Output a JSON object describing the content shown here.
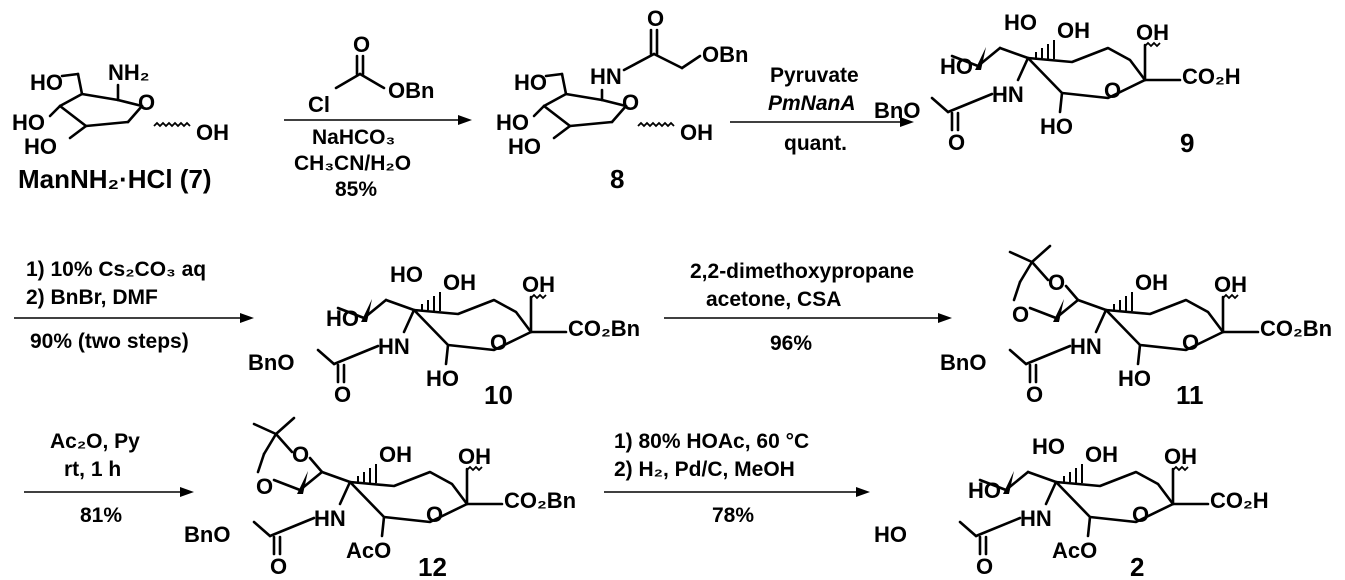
{
  "compounds": {
    "c7": {
      "label": "ManNH₂·HCl (7)",
      "atoms": {
        "ho_top": "HO",
        "nh2": "NH₂",
        "ring_o": "O",
        "ho_left": "HO",
        "ho_bottom": "HO",
        "oh_anomeric": "OH"
      }
    },
    "c8": {
      "label": "8",
      "atoms": {
        "carbonyl_o": "O",
        "obn": "OBn",
        "hn": "HN",
        "ho_top": "HO",
        "ring_o": "O",
        "ho_left": "HO",
        "ho_bottom": "HO",
        "oh_anomeric": "OH"
      }
    },
    "c9": {
      "label": "9",
      "atoms": {
        "ho_a": "HO",
        "oh_b": "OH",
        "ho_c": "HO",
        "oh_d": "OH",
        "ring_o": "O",
        "co2h": "CO₂H",
        "hn": "HN",
        "ho_ring": "HO",
        "bno": "BnO",
        "carbonyl_o": "O"
      }
    },
    "c10": {
      "label": "10",
      "atoms": {
        "ho_a": "HO",
        "oh_b": "OH",
        "ho_c": "HO",
        "oh_d": "OH",
        "ring_o": "O",
        "co2bn": "CO₂Bn",
        "hn": "HN",
        "ho_ring": "HO",
        "bno": "BnO",
        "carbonyl_o": "O"
      }
    },
    "c11": {
      "label": "11",
      "atoms": {
        "o_acetal_top": "O",
        "o_acetal_left": "O",
        "oh_b": "OH",
        "oh_d": "OH",
        "ring_o": "O",
        "co2bn": "CO₂Bn",
        "hn": "HN",
        "ho_ring": "HO",
        "bno": "BnO",
        "carbonyl_o": "O"
      }
    },
    "c12": {
      "label": "12",
      "atoms": {
        "o_acetal_top": "O",
        "o_acetal_left": "O",
        "oh_b": "OH",
        "oh_d": "OH",
        "ring_o": "O",
        "co2bn": "CO₂Bn",
        "hn": "HN",
        "aco": "AcO",
        "bno": "BnO",
        "carbonyl_o": "O"
      }
    },
    "c2": {
      "label": "2",
      "atoms": {
        "ho_a": "HO",
        "oh_b": "OH",
        "ho_c": "HO",
        "oh_d": "OH",
        "ring_o": "O",
        "co2h": "CO₂H",
        "hn": "HN",
        "aco": "AcO",
        "ho_glycolyl": "HO",
        "carbonyl_o": "O"
      }
    }
  },
  "reagent_bnoacetyl_cl": {
    "o": "O",
    "cl": "Cl",
    "obn": "OBn"
  },
  "arrows": {
    "a1": {
      "below": [
        "NaHCO₃",
        "CH₃CN/H₂O",
        "85%"
      ]
    },
    "a2": {
      "above": [
        "Pyruvate",
        "PmNanA"
      ],
      "below": [
        "quant."
      ]
    },
    "a3": {
      "above": [
        "1) 10% Cs₂CO₃ aq",
        "2) BnBr, DMF"
      ],
      "below": [
        "90% (two steps)"
      ]
    },
    "a4": {
      "above": [
        "2,2-dimethoxypropane",
        "acetone, CSA"
      ],
      "below": [
        "96%"
      ]
    },
    "a5": {
      "above": [
        "Ac₂O, Py",
        "rt, 1 h"
      ],
      "below": [
        "81%"
      ]
    },
    "a6": {
      "above": [
        "1) 80% HOAc, 60 °C",
        "2) H₂, Pd/C, MeOH"
      ],
      "below": [
        "78%"
      ]
    }
  }
}
